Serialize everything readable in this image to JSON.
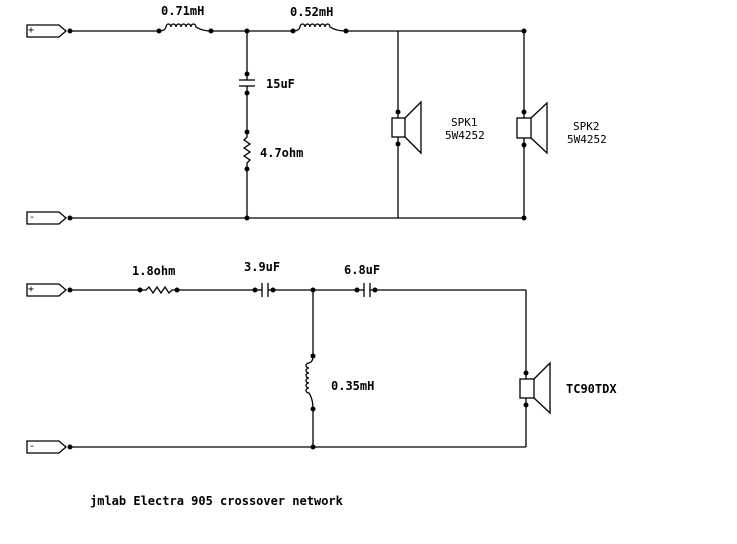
{
  "caption": "jmlab Electra 905 crossover network",
  "colors": {
    "wire": "#000000",
    "background": "#ffffff"
  },
  "woofer_section": {
    "terminals": {
      "plus": "+",
      "minus": "-"
    },
    "components": {
      "L1": "0.71mH",
      "L2": "0.52mH",
      "C1": "15uF",
      "R1": "4.7ohm"
    },
    "speakers": [
      {
        "ref": "SPK1",
        "model": "5W4252"
      },
      {
        "ref": "SPK2",
        "model": "5W4252"
      }
    ]
  },
  "tweeter_section": {
    "terminals": {
      "plus": "+",
      "minus": "-"
    },
    "components": {
      "R1": "1.8ohm",
      "C1": "3.9uF",
      "C2": "6.8uF",
      "L1": "0.35mH"
    },
    "speaker": {
      "model": "TC90TDX"
    }
  }
}
